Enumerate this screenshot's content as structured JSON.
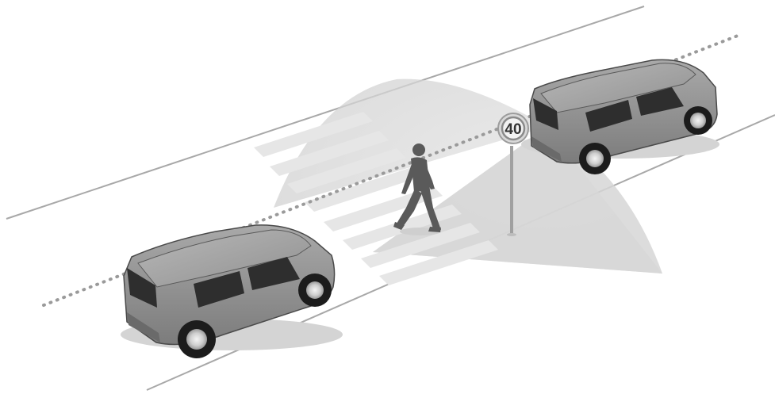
{
  "scene": {
    "speed_limit_sign": {
      "value": "40"
    },
    "elements": [
      "road-edge-line",
      "center-dashed-line",
      "crosswalk",
      "pedestrian",
      "speed-limit-sign",
      "sensor-detection-area",
      "car"
    ],
    "colors": {
      "background": "#ffffff",
      "road_line": "#aaaaaa",
      "center_dash": "#9a9a9a",
      "crosswalk_stripe": "#e3e3e3",
      "detection_area": "#d9d9d9",
      "car_body": "#8f8f8f",
      "car_window": "#2e2e2e",
      "tire": "#1c1c1c",
      "pedestrian": "#5a5a5a"
    }
  }
}
